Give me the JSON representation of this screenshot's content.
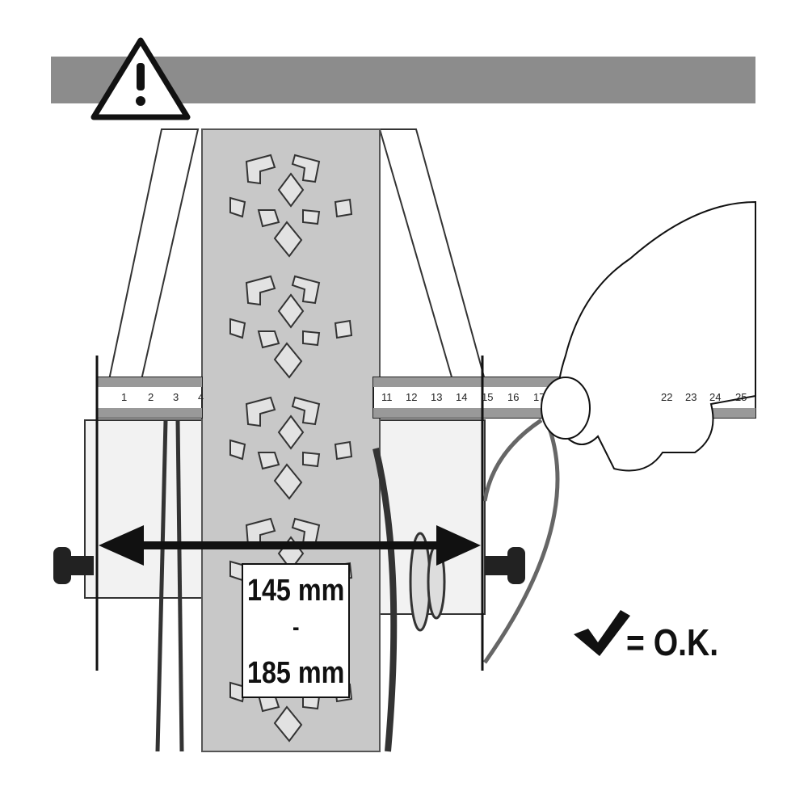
{
  "warning": {
    "icon": "warning-triangle-icon"
  },
  "measurement": {
    "min": "145 mm",
    "separator": "-",
    "max": "185 mm"
  },
  "ok_label": {
    "icon": "checkmark-icon",
    "text": "= O.K."
  },
  "ruler_left": [
    "1",
    "2",
    "3",
    "4"
  ],
  "ruler_right": [
    "11",
    "12",
    "13",
    "14",
    "15",
    "16",
    "17",
    "22",
    "23",
    "24",
    "25"
  ],
  "colors": {
    "bar": "#8c8c8c",
    "tire": "#c8c8c8",
    "ink": "#111111"
  }
}
